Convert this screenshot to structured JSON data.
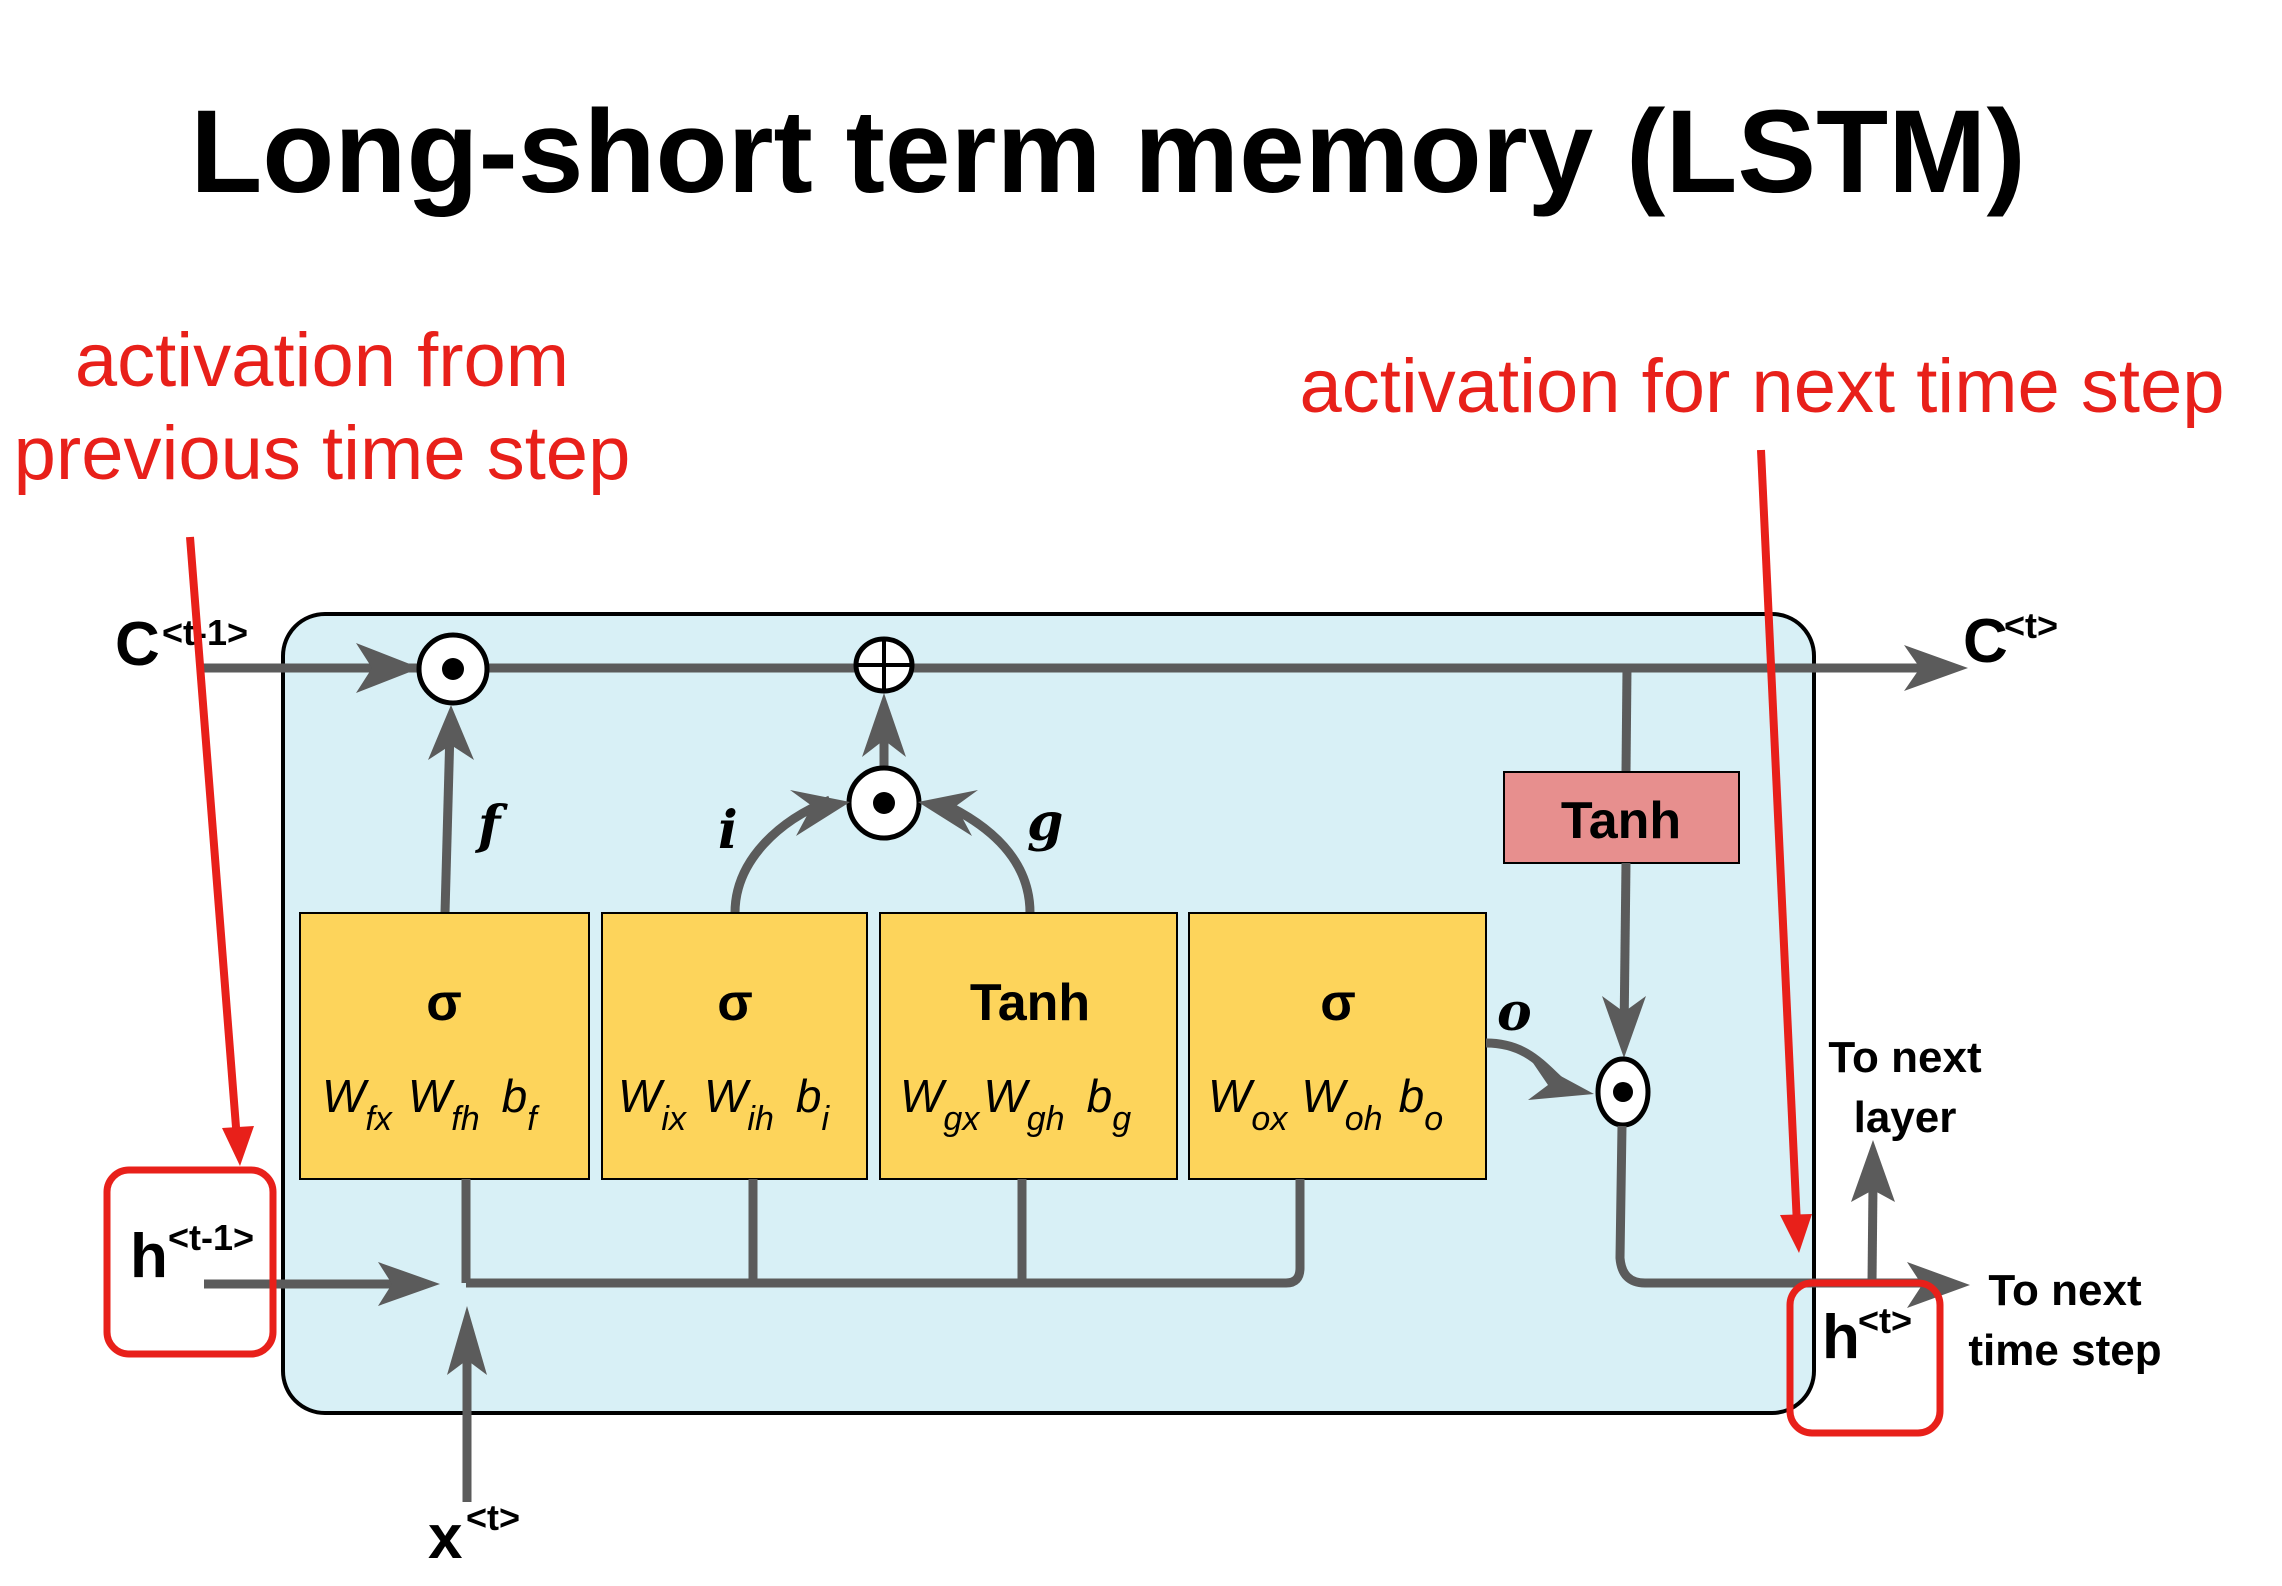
{
  "title": "Long-short term memory (LSTM)",
  "annotations": {
    "left_line1": "activation from",
    "left_line2": "previous time step",
    "right": "activation for next time step"
  },
  "colors": {
    "cell_background": "#d8f0f6",
    "gate_box": "#fdd45b",
    "tanh_box": "#e78f8e",
    "wire": "#5b5b5b",
    "annotation_red": "#e8201a"
  },
  "variables": {
    "c_prev": {
      "main": "C",
      "sup": "<t-1>"
    },
    "c_next": {
      "main": "C",
      "sup": "<t>"
    },
    "h_prev": {
      "main": "h",
      "sup": "<t-1>"
    },
    "h_next": {
      "main": "h",
      "sup": "<t>"
    },
    "x_t": {
      "main": "x",
      "sup": "<t>"
    }
  },
  "gates": [
    {
      "name": "forget",
      "func": "σ",
      "label": "f",
      "params": [
        {
          "base": "W",
          "sub": "fx"
        },
        {
          "base": "W",
          "sub": "fh"
        },
        {
          "base": "b",
          "sub": "f"
        }
      ]
    },
    {
      "name": "input",
      "func": "σ",
      "label": "i",
      "params": [
        {
          "base": "W",
          "sub": "ix"
        },
        {
          "base": "W",
          "sub": "ih"
        },
        {
          "base": "b",
          "sub": "i"
        }
      ]
    },
    {
      "name": "candidate",
      "func": "Tanh",
      "label": "g",
      "params": [
        {
          "base": "W",
          "sub": "gx"
        },
        {
          "base": "W",
          "sub": "gh"
        },
        {
          "base": "b",
          "sub": "g"
        }
      ]
    },
    {
      "name": "output",
      "func": "σ",
      "label": "o",
      "params": [
        {
          "base": "W",
          "sub": "ox"
        },
        {
          "base": "W",
          "sub": "oh"
        },
        {
          "base": "b",
          "sub": "o"
        }
      ]
    }
  ],
  "cell_tanh": "Tanh",
  "operators": {
    "multiply": "⊙",
    "add": "⊕"
  },
  "outputs": {
    "next_layer_line1": "To next",
    "next_layer_line2": "layer",
    "next_step_line1": "To next",
    "next_step_line2": "time step"
  }
}
